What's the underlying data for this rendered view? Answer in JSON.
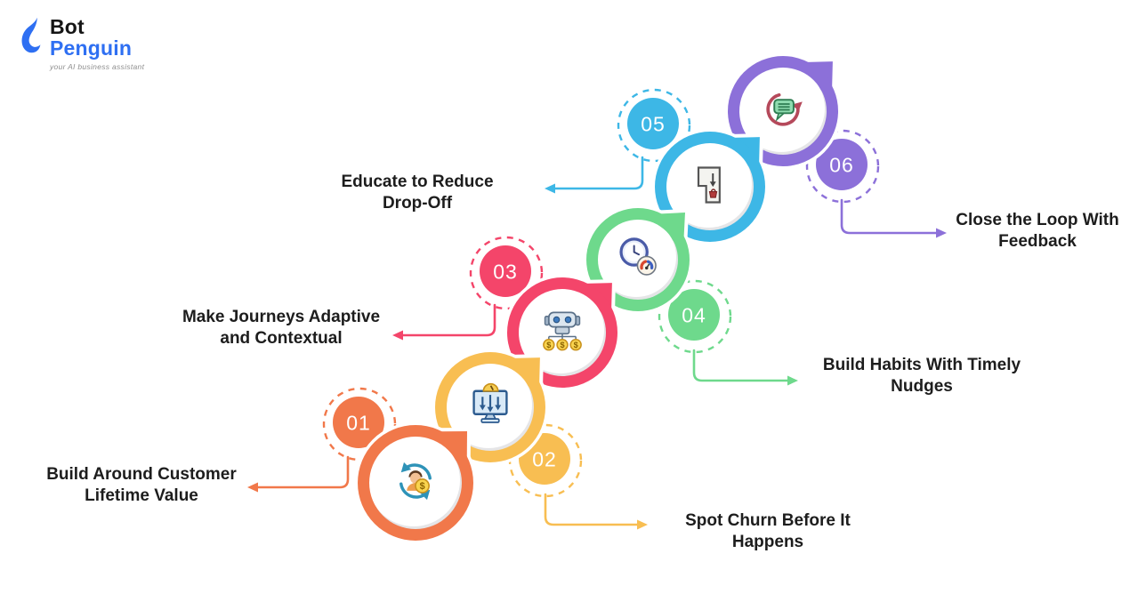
{
  "logo": {
    "bot": "Bot",
    "penguin": "Penguin",
    "tagline": "your AI business assistant"
  },
  "steps": [
    {
      "number": "01",
      "label_lines": [
        "Build Around Customer",
        "Lifetime Value"
      ],
      "color": "#F1784A",
      "icon": "customer-lifetime-value-icon"
    },
    {
      "number": "02",
      "label_lines": [
        "Spot Churn Before It",
        "Happens"
      ],
      "color": "#F8BE52",
      "icon": "churn-monitor-icon"
    },
    {
      "number": "03",
      "label_lines": [
        "Make Journeys Adaptive",
        "and Contextual"
      ],
      "color": "#F4456A",
      "icon": "robot-money-icon"
    },
    {
      "number": "04",
      "label_lines": [
        "Build Habits With Timely",
        "Nudges"
      ],
      "color": "#6ED98C",
      "icon": "clock-magnet-icon"
    },
    {
      "number": "05",
      "label_lines": [
        "Educate to Reduce",
        "Drop-Off"
      ],
      "color": "#3DB7E6",
      "icon": "funnel-dropoff-icon"
    },
    {
      "number": "06",
      "label_lines": [
        "Close the Loop With",
        "Feedback"
      ],
      "color": "#8C70D9",
      "icon": "feedback-loop-icon"
    }
  ],
  "colors": {
    "background": "#FFFFFF",
    "label_text": "#1D1D1D",
    "crescent": "#E5E5E7",
    "logo_blue": "#2E6FF2",
    "logo_black": "#151515",
    "tagline_gray": "#8E8E8E"
  }
}
